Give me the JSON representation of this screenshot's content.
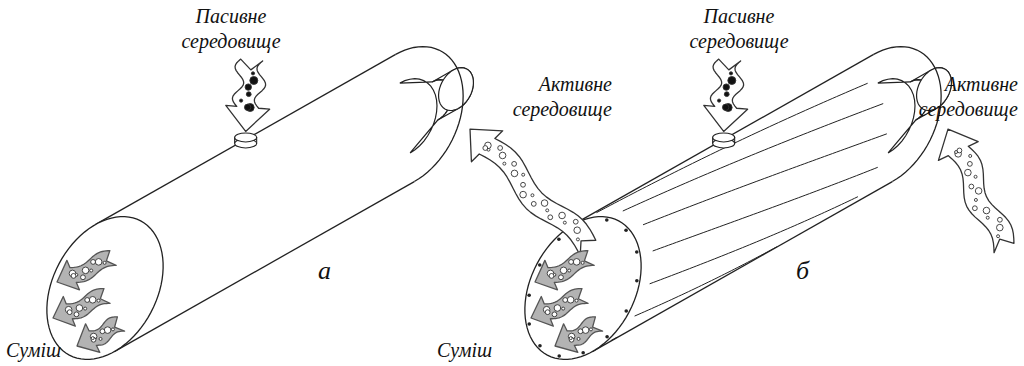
{
  "diagram": {
    "labels": [
      "Пасивне середовище",
      "Активне середовище",
      "Суміш",
      "а",
      "Пасивне середовище",
      "Активне середовище",
      "Суміш",
      "б"
    ]
  }
}
